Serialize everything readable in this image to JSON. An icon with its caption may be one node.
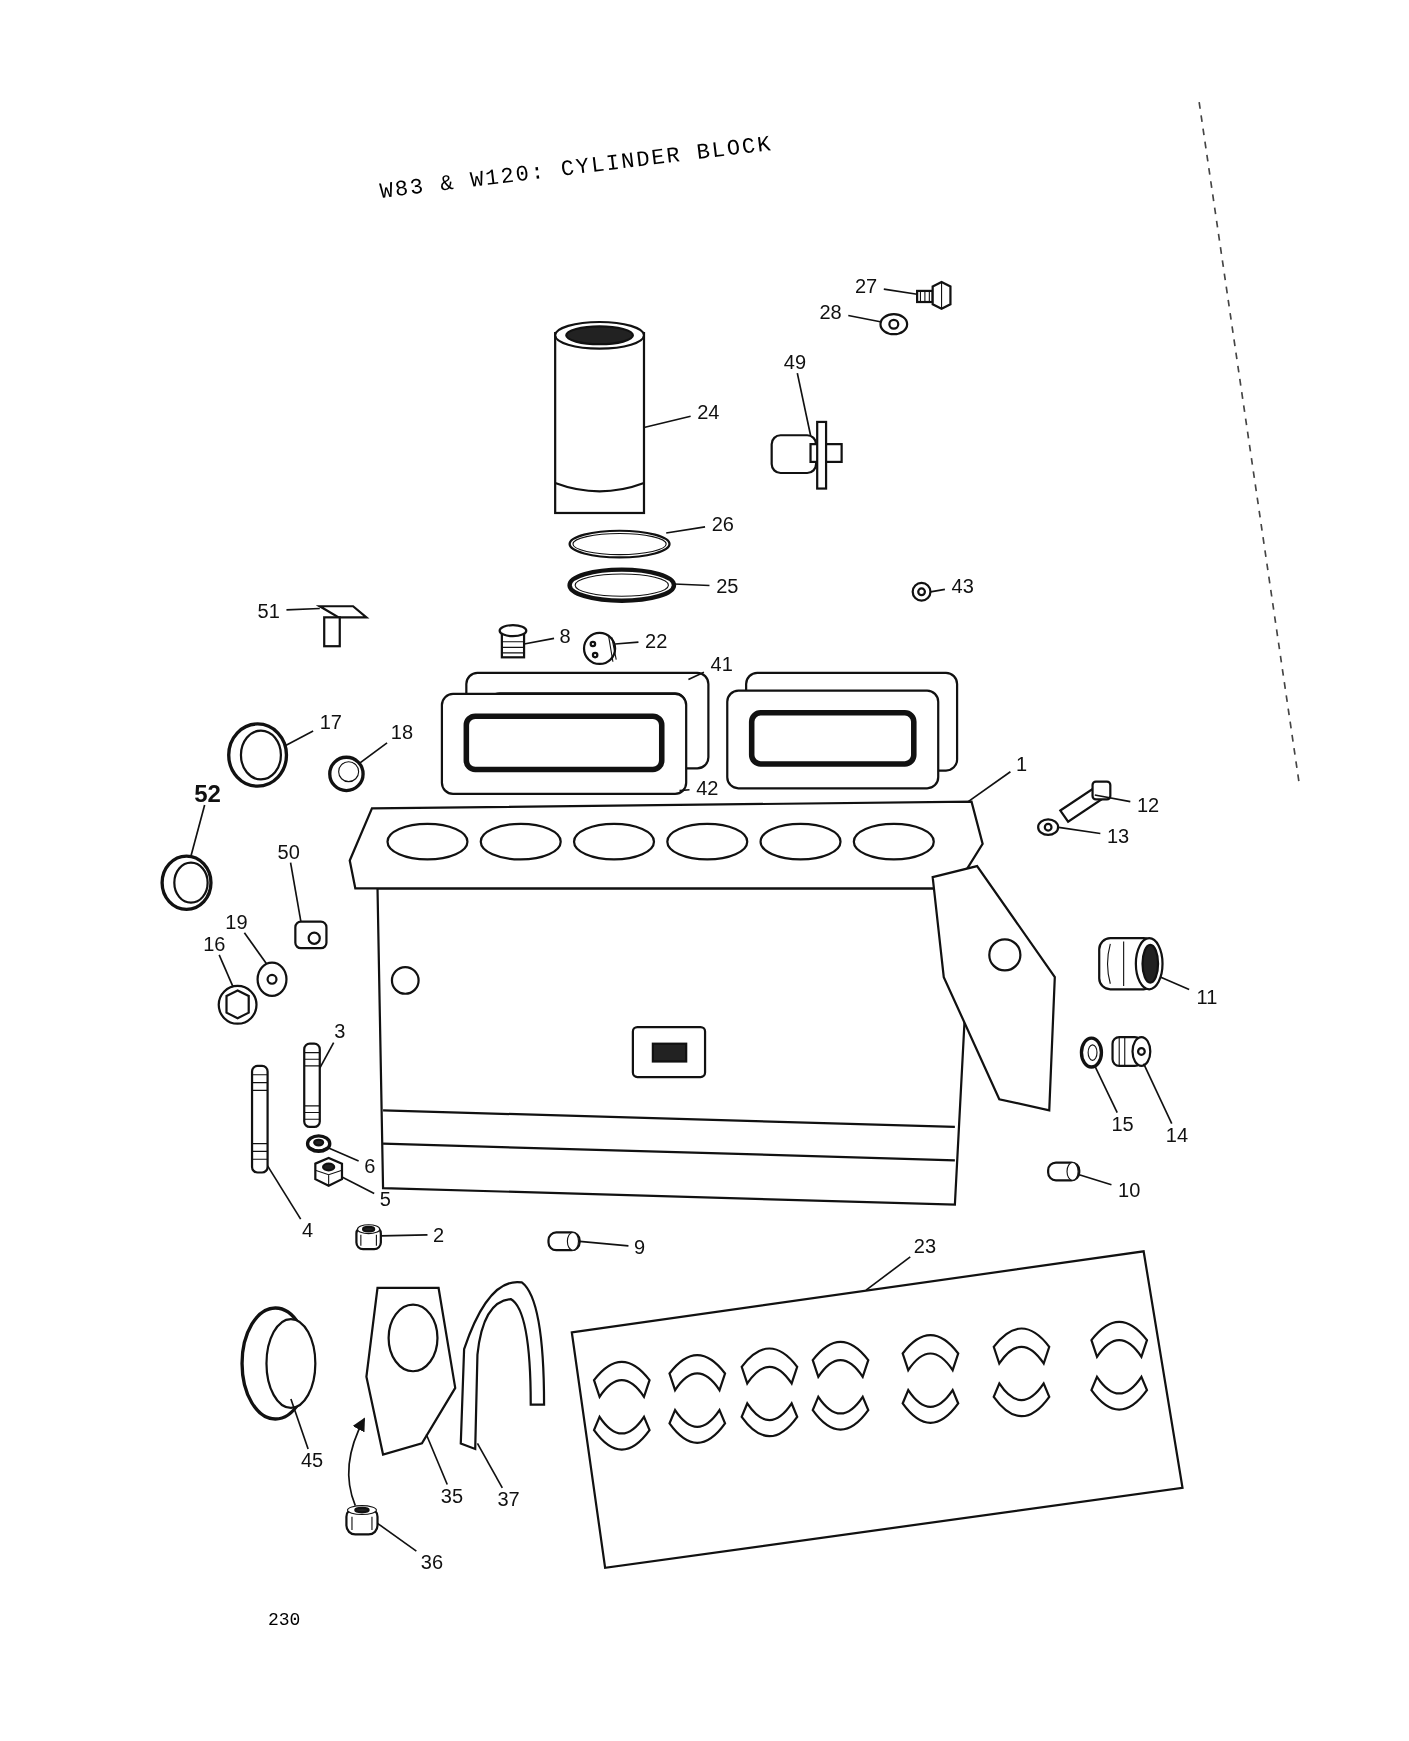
{
  "diagram": {
    "title": "W83 & W120: CYLINDER BLOCK",
    "nodes": [
      {
        "text": [
          "27"
        ]
      },
      {
        "text": [
          "28"
        ]
      },
      {
        "text": [
          "49"
        ]
      },
      {
        "text": [
          "24"
        ]
      },
      {
        "text": [
          "26"
        ]
      },
      {
        "text": [
          "25"
        ]
      },
      {
        "text": [
          "43"
        ]
      },
      {
        "text": [
          "51"
        ]
      },
      {
        "text": [
          "8"
        ]
      },
      {
        "text": [
          "22"
        ]
      },
      {
        "text": [
          "41"
        ]
      },
      {
        "text": [
          "17"
        ]
      },
      {
        "text": [
          "18"
        ]
      },
      {
        "text": [
          "1"
        ]
      },
      {
        "text": [
          "42"
        ]
      },
      {
        "text": [
          "52"
        ]
      },
      {
        "text": [
          "12"
        ]
      },
      {
        "text": [
          "13"
        ]
      },
      {
        "text": [
          "50"
        ]
      },
      {
        "text": [
          "19"
        ]
      },
      {
        "text": [
          "16"
        ]
      },
      {
        "text": [
          "11"
        ]
      },
      {
        "text": [
          "3"
        ]
      },
      {
        "text": [
          "15"
        ]
      },
      {
        "text": [
          "14"
        ]
      },
      {
        "text": [
          "6"
        ]
      },
      {
        "text": [
          "10"
        ]
      },
      {
        "text": [
          "5"
        ]
      },
      {
        "text": [
          "4"
        ]
      },
      {
        "text": [
          "2"
        ]
      },
      {
        "text": [
          "9"
        ]
      },
      {
        "text": [
          "23"
        ]
      },
      {
        "text": [
          "45"
        ]
      },
      {
        "text": [
          "35"
        ]
      },
      {
        "text": [
          "37"
        ]
      },
      {
        "text": [
          "36"
        ]
      },
      {
        "text": [],
        "shape": "picture"
      },
      {
        "text": [],
        "shape": "picture"
      },
      {
        "text": [],
        "shape": "picture"
      },
      {
        "text": [],
        "shape": "picture"
      },
      {
        "text": [],
        "shape": "picture"
      },
      {
        "text": [],
        "shape": "picture"
      },
      {
        "text": [],
        "shape": "picture"
      },
      {
        "text": [],
        "shape": "picture"
      },
      {
        "text": [],
        "shape": "picture"
      },
      {
        "text": [],
        "shape": "picture"
      },
      {
        "text": [],
        "shape": "picture"
      },
      {
        "text": [],
        "shape": "picture"
      },
      {
        "text": [],
        "shape": "picture"
      },
      {
        "text": [],
        "shape": "picture"
      },
      {
        "text": [],
        "shape": "picture"
      },
      {
        "text": [],
        "shape": "picture"
      },
      {
        "text": [],
        "shape": "picture"
      },
      {
        "text": [],
        "shape": "picture"
      },
      {
        "text": [],
        "shape": "picture"
      },
      {
        "text": [],
        "shape": "picture"
      },
      {
        "text": [],
        "shape": "picture"
      },
      {
        "text": [],
        "shape": "picture"
      },
      {
        "text": [],
        "shape": "picture"
      },
      {
        "text": [],
        "shape": "picture"
      },
      {
        "text": [],
        "shape": "picture"
      },
      {
        "text": [],
        "shape": "picture"
      },
      {
        "text": [],
        "shape": "picture"
      },
      {
        "text": [],
        "shape": "picture"
      },
      {
        "text": [],
        "shape": "picture"
      },
      {
        "text": [],
        "shape": "picture"
      },
      {
        "text": [],
        "shape": "picture"
      },
      {
        "text": [],
        "shape": "picture"
      },
      {
        "text": [],
        "shape": "picture"
      },
      {
        "text": [],
        "shape": "picture"
      },
      {
        "text": [],
        "shape": "picture"
      },
      {
        "text": [],
        "shape": "picture"
      }
    ],
    "edges": [
      {
        "from": 0,
        "to": 36,
        "arrow": "none"
      },
      {
        "from": 1,
        "to": 37,
        "arrow": "none"
      },
      {
        "from": 2,
        "to": 38,
        "arrow": "none"
      },
      {
        "from": 3,
        "to": 39,
        "arrow": "none"
      },
      {
        "from": 4,
        "to": 40,
        "arrow": "none"
      },
      {
        "from": 5,
        "to": 41,
        "arrow": "none"
      },
      {
        "from": 6,
        "to": 42,
        "arrow": "none"
      },
      {
        "from": 7,
        "to": 43,
        "arrow": "none"
      },
      {
        "from": 8,
        "to": 44,
        "arrow": "none"
      },
      {
        "from": 9,
        "to": 45,
        "arrow": "none"
      },
      {
        "from": 10,
        "to": 46,
        "arrow": "none"
      },
      {
        "from": 11,
        "to": 47,
        "arrow": "none"
      },
      {
        "from": 12,
        "to": 48,
        "arrow": "none"
      },
      {
        "from": 13,
        "to": 49,
        "arrow": "none"
      },
      {
        "from": 14,
        "to": 50,
        "arrow": "none"
      },
      {
        "from": 15,
        "to": 51,
        "arrow": "none"
      },
      {
        "from": 16,
        "to": 52,
        "arrow": "none"
      },
      {
        "from": 17,
        "to": 53,
        "arrow": "none"
      },
      {
        "from": 18,
        "to": 54,
        "arrow": "none"
      },
      {
        "from": 19,
        "to": 55,
        "arrow": "none"
      },
      {
        "from": 20,
        "to": 56,
        "arrow": "none"
      },
      {
        "from": 21,
        "to": 57,
        "arrow": "none"
      },
      {
        "from": 22,
        "to": 58,
        "arrow": "none"
      },
      {
        "from": 23,
        "to": 59,
        "arrow": "none"
      },
      {
        "from": 24,
        "to": 60,
        "arrow": "none"
      },
      {
        "from": 25,
        "to": 61,
        "arrow": "none"
      },
      {
        "from": 26,
        "to": 62,
        "arrow": "none"
      },
      {
        "from": 27,
        "to": 63,
        "arrow": "none"
      },
      {
        "from": 28,
        "to": 64,
        "arrow": "none"
      },
      {
        "from": 29,
        "to": 65,
        "arrow": "none"
      },
      {
        "from": 30,
        "to": 66,
        "arrow": "none"
      },
      {
        "from": 31,
        "to": 67,
        "arrow": "none"
      },
      {
        "from": 32,
        "to": 68,
        "arrow": "none"
      },
      {
        "from": 33,
        "to": 69,
        "arrow": "none"
      },
      {
        "from": 34,
        "to": 70,
        "arrow": "none"
      },
      {
        "from": 35,
        "to": 71,
        "arrow": "none"
      },
      {
        "from": 71,
        "to": 69,
        "arrow": "to"
      }
    ],
    "labels": [
      "230"
    ]
  }
}
